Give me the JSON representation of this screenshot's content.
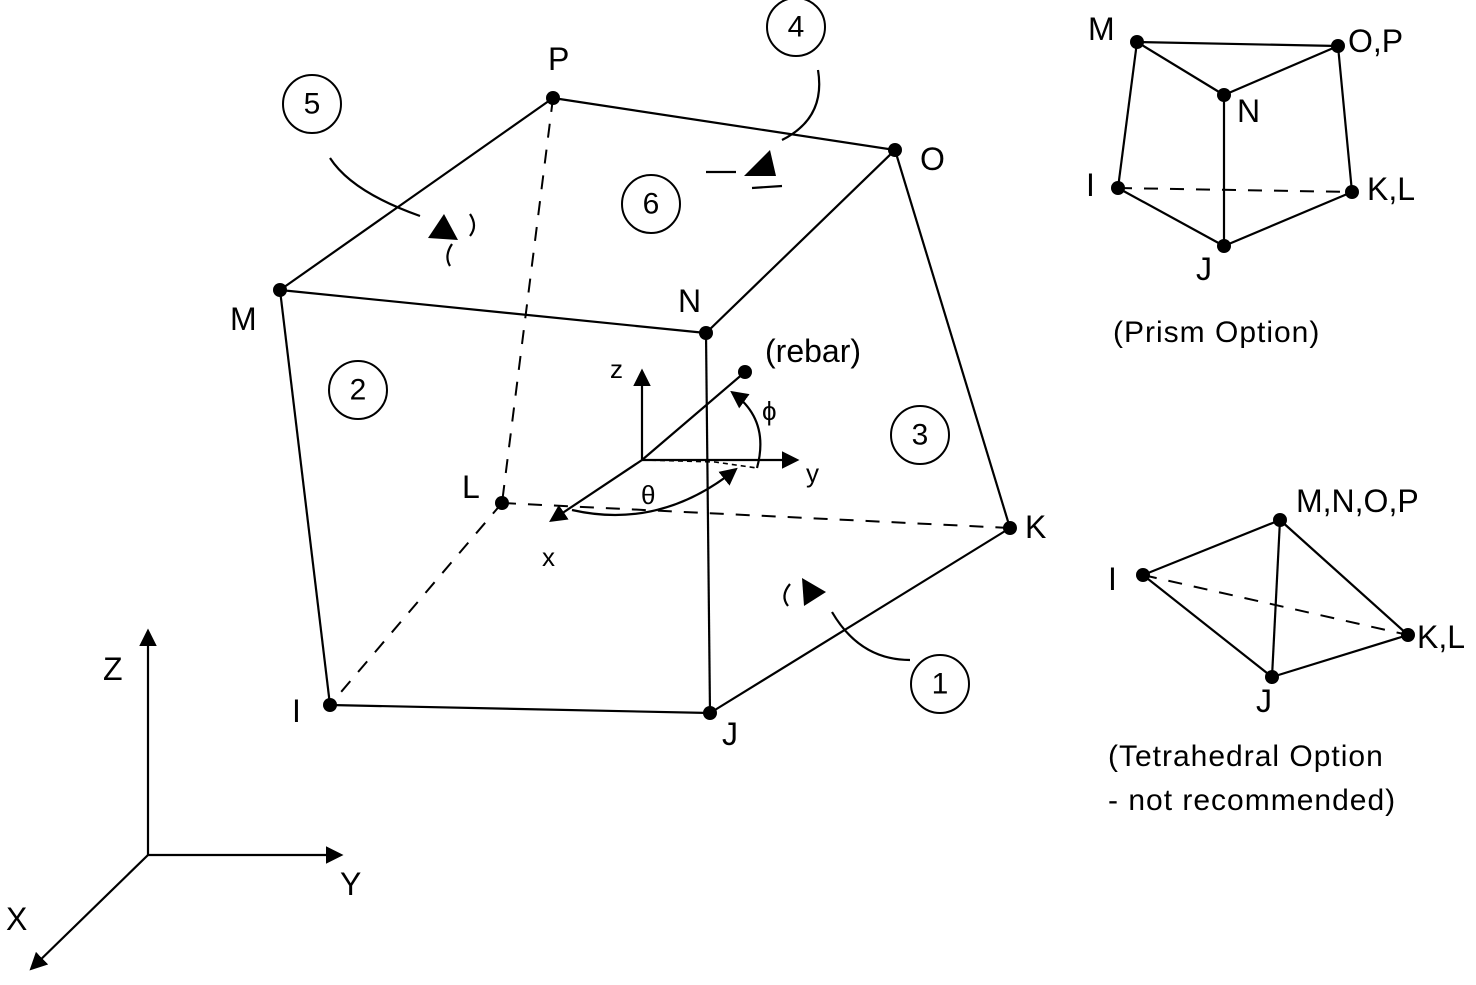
{
  "main_element": {
    "nodes": {
      "I": "I",
      "J": "J",
      "K": "K",
      "L": "L",
      "M": "M",
      "N": "N",
      "O": "O",
      "P": "P"
    },
    "faces": [
      "1",
      "2",
      "3",
      "4",
      "5",
      "6"
    ],
    "rebar_label": "(rebar)",
    "local_axes": {
      "x": "x",
      "y": "y",
      "z": "z"
    },
    "angles": {
      "theta": "θ",
      "phi": "ϕ"
    }
  },
  "global_axes": {
    "X": "X",
    "Y": "Y",
    "Z": "Z"
  },
  "prism": {
    "nodes": {
      "M": "M",
      "OP": "O,P",
      "N": "N",
      "I": "I",
      "KL": "K,L",
      "J": "J"
    },
    "caption": "(Prism Option)"
  },
  "tetra": {
    "nodes": {
      "MNOP": "M,N,O,P",
      "I": "I",
      "KL": "K,L",
      "J": "J"
    },
    "caption_line1": "(Tetrahedral Option",
    "caption_line2": "- not recommended)"
  }
}
